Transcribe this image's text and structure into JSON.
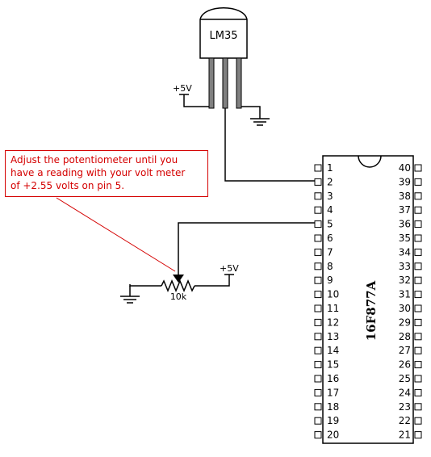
{
  "sensor": {
    "label": "LM35"
  },
  "supply": {
    "top_label": "+5V",
    "pot_label": "+5V"
  },
  "potentiometer": {
    "value_label": "10k"
  },
  "chip": {
    "name": "16F877A",
    "left_pins": [
      "1",
      "2",
      "3",
      "4",
      "5",
      "6",
      "7",
      "8",
      "9",
      "10",
      "11",
      "12",
      "13",
      "14",
      "15",
      "16",
      "17",
      "18",
      "19",
      "20"
    ],
    "right_pins": [
      "40",
      "39",
      "38",
      "37",
      "36",
      "35",
      "34",
      "33",
      "32",
      "31",
      "30",
      "29",
      "28",
      "27",
      "26",
      "25",
      "24",
      "23",
      "22",
      "21"
    ]
  },
  "note": {
    "lines": [
      "Adjust the potentiometer until you",
      "have a reading with your volt meter",
      "of +2.55 volts on pin 5."
    ]
  },
  "colors": {
    "annotation": "#d40000",
    "wire": "#000000",
    "pin_body": "#808080"
  }
}
